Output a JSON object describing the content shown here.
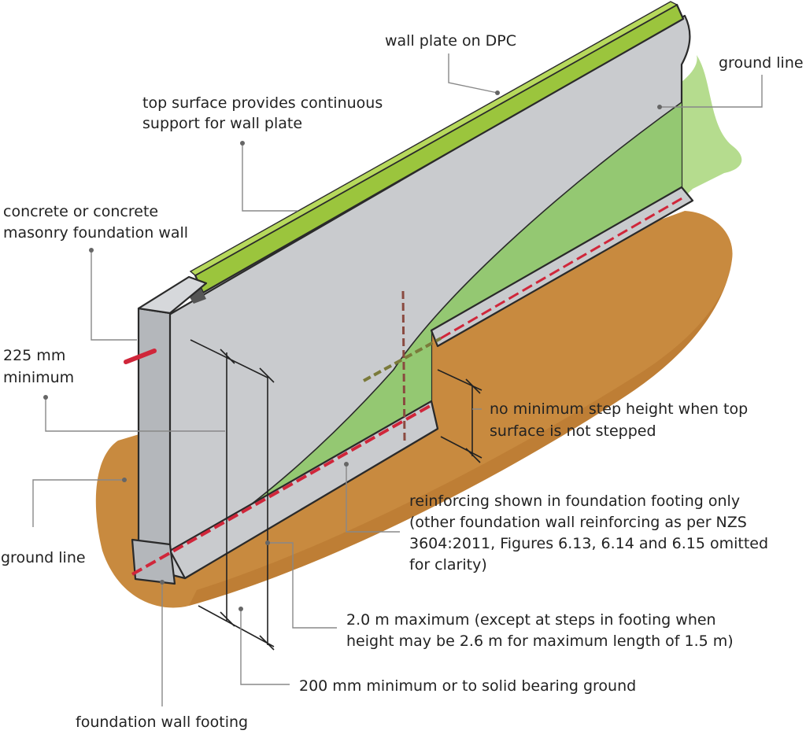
{
  "labels": {
    "wall_plate": "wall plate on DPC",
    "ground_line_right": "ground line",
    "top_surface_1": "top surface provides continuous",
    "top_surface_2": "support for wall plate",
    "foundation_wall_1": "concrete or concrete",
    "foundation_wall_2": "masonry foundation wall",
    "min_225_1": "225 mm",
    "min_225_2": "minimum",
    "step_height_1": "no minimum step height when top",
    "step_height_2": "surface is not stepped",
    "ground_line_left": "ground line",
    "reinforcing_1": "reinforcing shown in foundation footing only",
    "reinforcing_2": "(other foundation wall reinforcing as per NZS",
    "reinforcing_3": "3604:2011, Figures 6.13, 6.14 and 6.15 omitted",
    "reinforcing_4": "for clarity)",
    "max_2m_1": "2.0 m maximum (except at steps in footing when",
    "max_2m_2": "height may be 2.6 m for maximum length of 1.5 m)",
    "min_200": "200 mm minimum or to solid bearing ground",
    "footing": "foundation wall footing"
  },
  "colors": {
    "concrete": "#c9cbce",
    "concrete_dark": "#b4b7bb",
    "wall_plate": "#9bc53d",
    "grass": "#8fc86a",
    "grass_light": "#b5dc8e",
    "soil": "#c88a3f",
    "soil_dark": "#b8762e",
    "rebar": "#d0263a"
  }
}
